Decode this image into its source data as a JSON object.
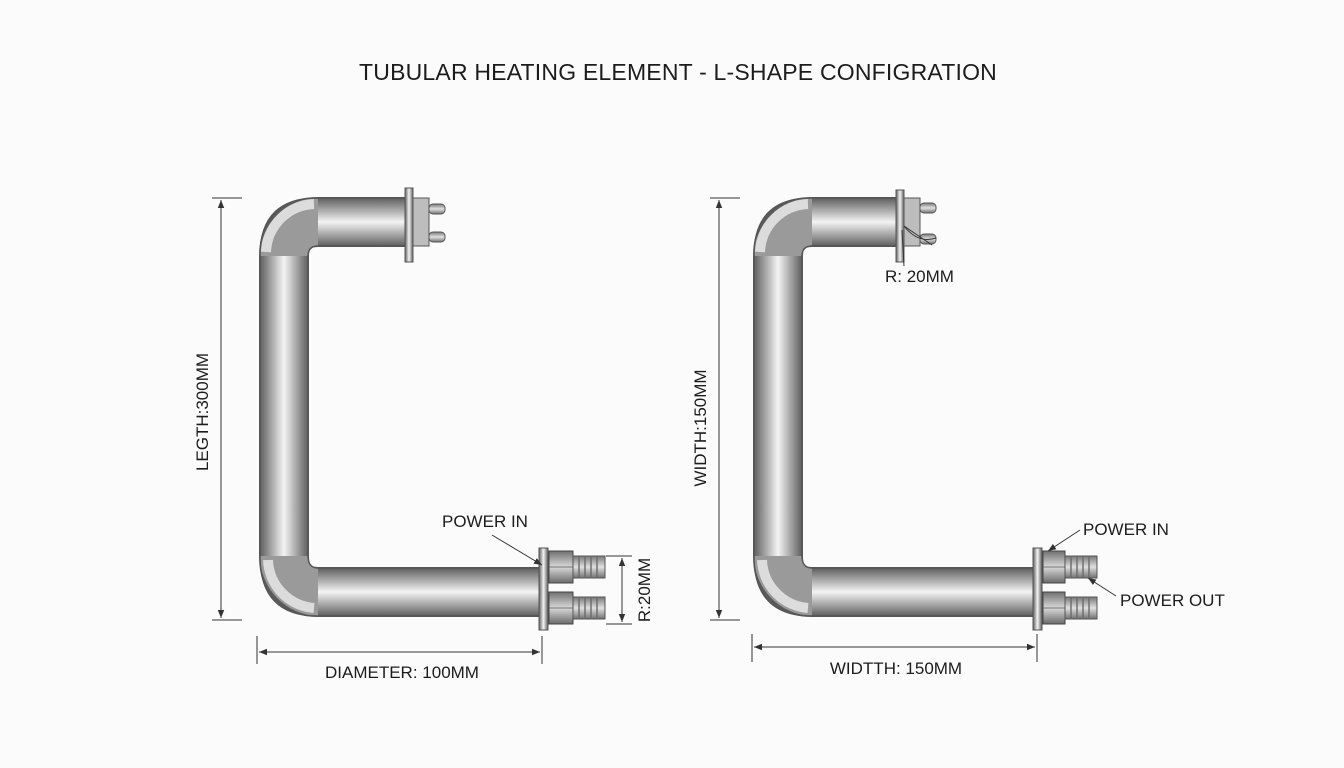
{
  "title": "TUBULAR HEATING ELEMENT - L-SHAPE CONFIGRATION",
  "views": [
    {
      "vertical_dimension": "LEGTH:300MM",
      "horizontal_dimension": "DIAMETER: 100MM",
      "terminal_dimension": "R:20MM",
      "callouts": [
        "POWER IN"
      ]
    },
    {
      "vertical_dimension": "WIDTH:150MM",
      "horizontal_dimension": "WIDTTH: 150MM",
      "bend_radius": "R: 20MM",
      "callouts": [
        "POWER IN",
        "POWER OUT"
      ]
    }
  ],
  "colors": {
    "tube_light": "#f2f2f2",
    "tube_mid": "#b9b9b9",
    "tube_dark": "#6e6e6e",
    "line": "#333333",
    "text": "#1c1c1c"
  }
}
